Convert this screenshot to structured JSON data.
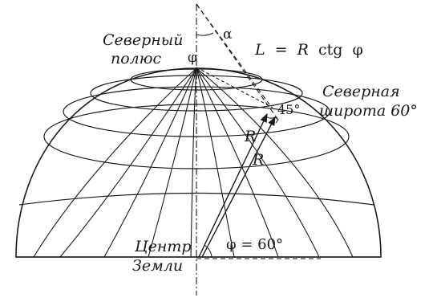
{
  "labels": {
    "north_pole_line1": "Северный",
    "north_pole_line2": "полюс",
    "phi_top": "φ",
    "alpha": "α",
    "formula_L": "L",
    "formula_eq": "=",
    "formula_R": "R",
    "formula_ctg": "ctg",
    "formula_phi": "φ",
    "lat_line1": "Северная",
    "lat_line2": "широта 60°",
    "angle_45": "45°",
    "R_short": "R",
    "R_long": "R",
    "center_line1": "Центр",
    "center_line2": "Земли",
    "phi_bottom": "φ = 60°"
  },
  "colors": {
    "ink": "#1a1a1a",
    "background": "#ffffff"
  }
}
